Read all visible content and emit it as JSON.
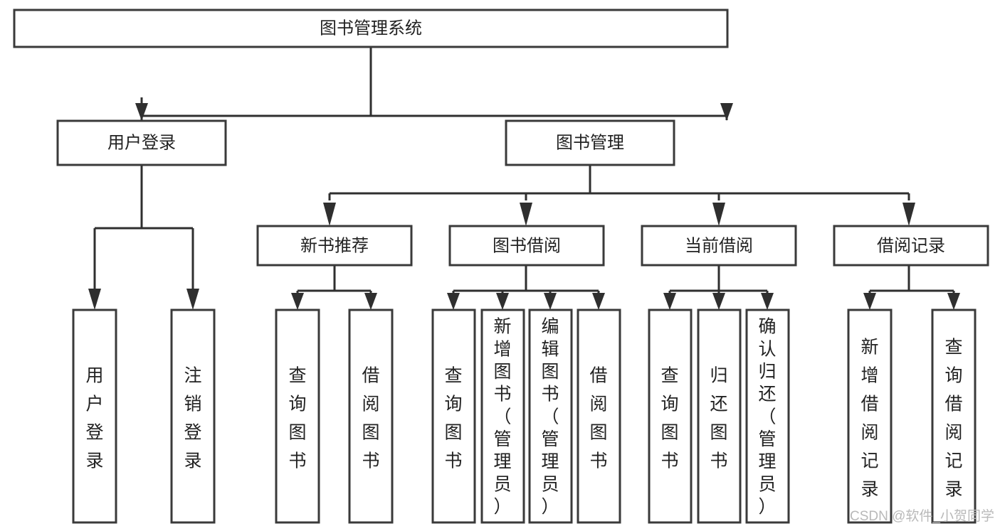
{
  "diagram": {
    "title": "图书管理系统",
    "type": "tree-hierarchy",
    "root": {
      "id": "root",
      "label": "图书管理系统"
    },
    "level2": [
      {
        "id": "user-login",
        "label": "用户登录"
      },
      {
        "id": "book-manage",
        "label": "图书管理"
      }
    ],
    "level3": [
      {
        "id": "new-book-recommend",
        "label": "新书推荐",
        "parent": "book-manage"
      },
      {
        "id": "book-borrow",
        "label": "图书借阅",
        "parent": "book-manage"
      },
      {
        "id": "current-borrow",
        "label": "当前借阅",
        "parent": "book-manage"
      },
      {
        "id": "borrow-record",
        "label": "借阅记录",
        "parent": "book-manage"
      }
    ],
    "leaves": [
      {
        "id": "leaf-user-login",
        "label": "用户登录",
        "parent": "user-login"
      },
      {
        "id": "leaf-logout-login",
        "label": "注销登录",
        "parent": "user-login"
      },
      {
        "id": "leaf-query-book-1",
        "label": "查询图书",
        "parent": "new-book-recommend"
      },
      {
        "id": "leaf-borrow-book-1",
        "label": "借阅图书",
        "parent": "new-book-recommend"
      },
      {
        "id": "leaf-query-book-2",
        "label": "查询图书",
        "parent": "book-borrow"
      },
      {
        "id": "leaf-add-book",
        "label": "新增图书（管理员）",
        "parent": "book-borrow"
      },
      {
        "id": "leaf-edit-book",
        "label": "编辑图书（管理员）",
        "parent": "book-borrow"
      },
      {
        "id": "leaf-borrow-book-2",
        "label": "借阅图书",
        "parent": "book-borrow"
      },
      {
        "id": "leaf-query-book-3",
        "label": "查询图书",
        "parent": "current-borrow"
      },
      {
        "id": "leaf-return-book",
        "label": "归还图书",
        "parent": "current-borrow"
      },
      {
        "id": "leaf-confirm-return",
        "label": "确认归还（管理员）",
        "parent": "current-borrow"
      },
      {
        "id": "leaf-add-record",
        "label": "新增借阅记录",
        "parent": "borrow-record"
      },
      {
        "id": "leaf-query-record",
        "label": "查询借阅记录",
        "parent": "borrow-record"
      }
    ],
    "watermark": "CSDN @软件_小贺同学",
    "colors": {
      "background": "#ffffff",
      "box_stroke": "#3a3a3a",
      "connector": "#2f2f2f",
      "text": "#222222",
      "watermark": "#b9b9b9"
    }
  }
}
